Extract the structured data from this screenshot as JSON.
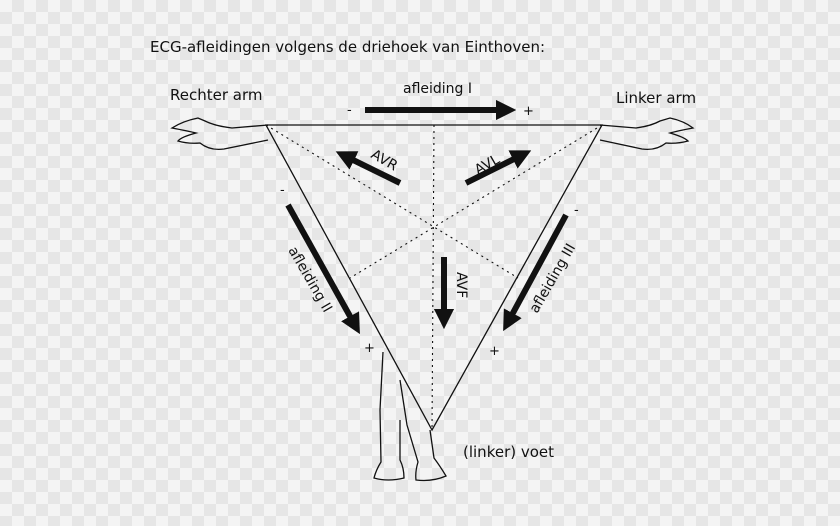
{
  "title": "ECG-afleidingen volgens de driehoek van Einthoven:",
  "labels": {
    "right_arm": "Rechter arm",
    "left_arm": "Linker arm",
    "foot": "(linker) voet"
  },
  "leads": {
    "lead_I": "afleiding I",
    "lead_II": "afleiding II",
    "lead_III": "afleiding III",
    "aVR": "AVR",
    "aVL": "AVL",
    "aVF": "AVF"
  },
  "signs": {
    "minus": "-",
    "plus": "+"
  },
  "colors": {
    "ink": "#111111",
    "background_light": "#f4f4f4",
    "background_dark": "#e6e6e6"
  }
}
